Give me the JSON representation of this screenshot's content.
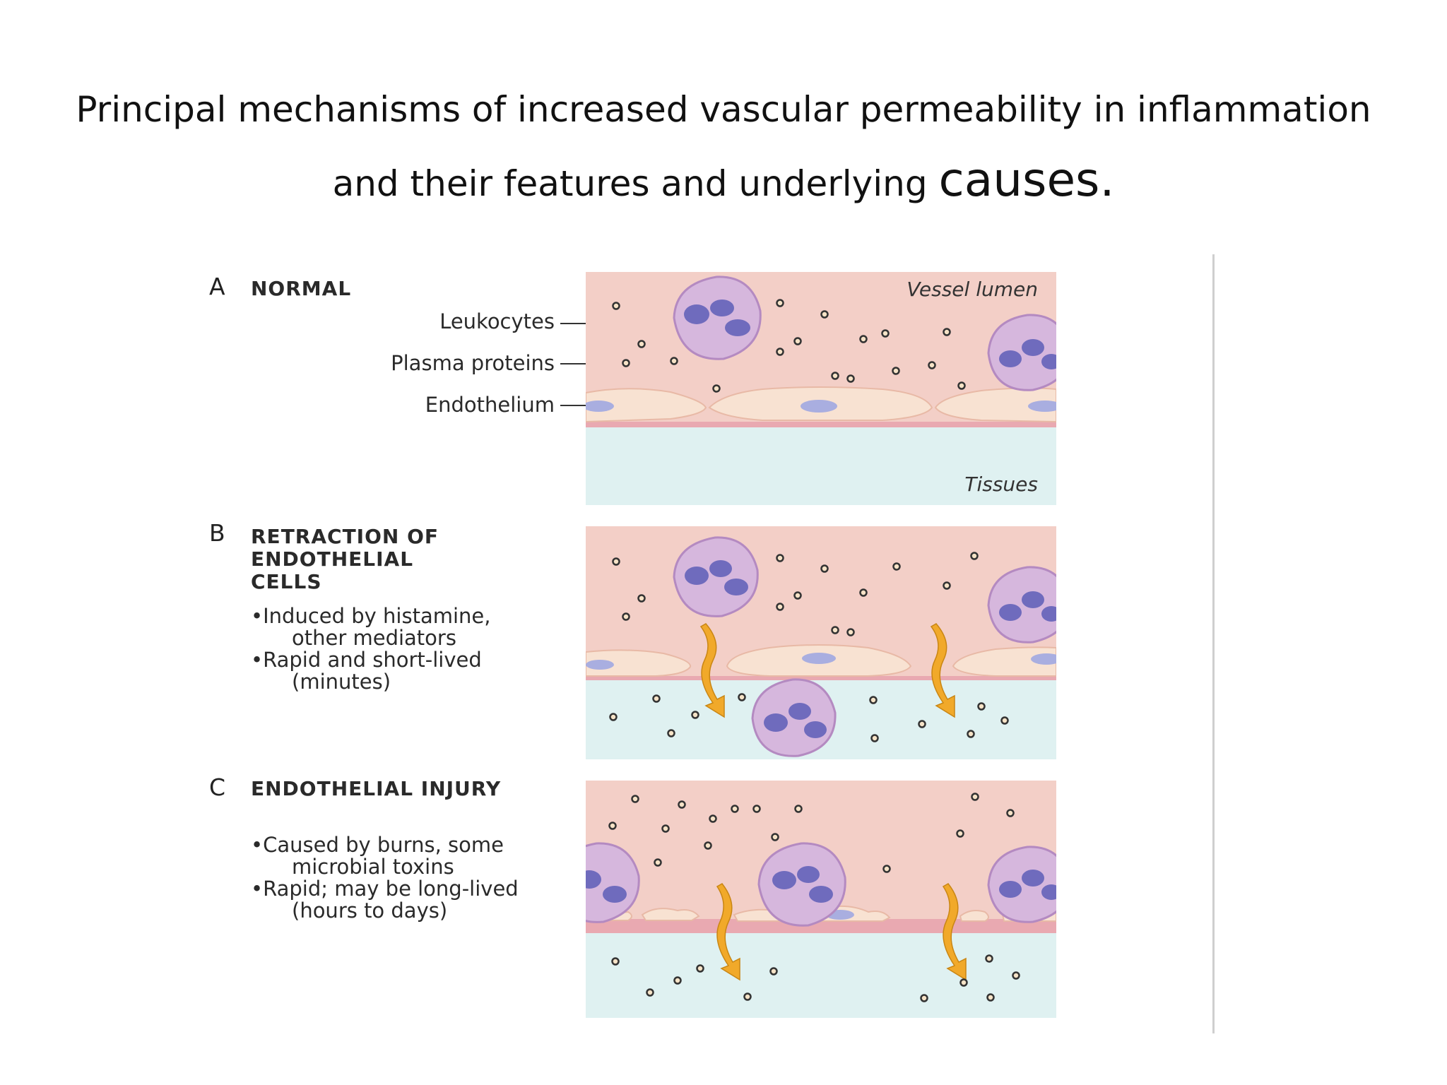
{
  "title": {
    "line1": "Principal mechanisms of increased vascular permeability in inflammation",
    "line2": "and their features and underlying",
    "line2_big": "causes."
  },
  "panel_a": {
    "letter": "A",
    "heading": "NORMAL",
    "labels": {
      "leukocytes": "Leukocytes",
      "plasma_proteins": "Plasma proteins",
      "endothelium": "Endothelium",
      "vessel_lumen": "Vessel lumen",
      "tissues": "Tissues"
    }
  },
  "panel_b": {
    "letter": "B",
    "heading_lines": [
      "RETRACTION OF",
      "ENDOTHELIAL",
      "CELLS"
    ],
    "bullets": [
      {
        "line1": "Induced by histamine,",
        "line2": "other mediators"
      },
      {
        "line1": "Rapid and short-lived",
        "line2": "(minutes)"
      }
    ]
  },
  "panel_c": {
    "letter": "C",
    "heading": "ENDOTHELIAL INJURY",
    "bullets": [
      {
        "line1": "Caused by burns, some",
        "line2": "microbial toxins"
      },
      {
        "line1": "Rapid; may be long-lived",
        "line2": "(hours to days)"
      }
    ]
  },
  "colors": {
    "lumen": "#f3cfc7",
    "tissue": "#dff1f1",
    "endothelial_cell": "#f8e2d2",
    "endothelial_nucleus": "#a9aee0",
    "basement_membrane": "#e9a9b1",
    "leukocyte_cytoplasm": "#d6b7dd",
    "leukocyte_nucleus": "#6f6bbd",
    "arrow": "#f1a92a"
  }
}
